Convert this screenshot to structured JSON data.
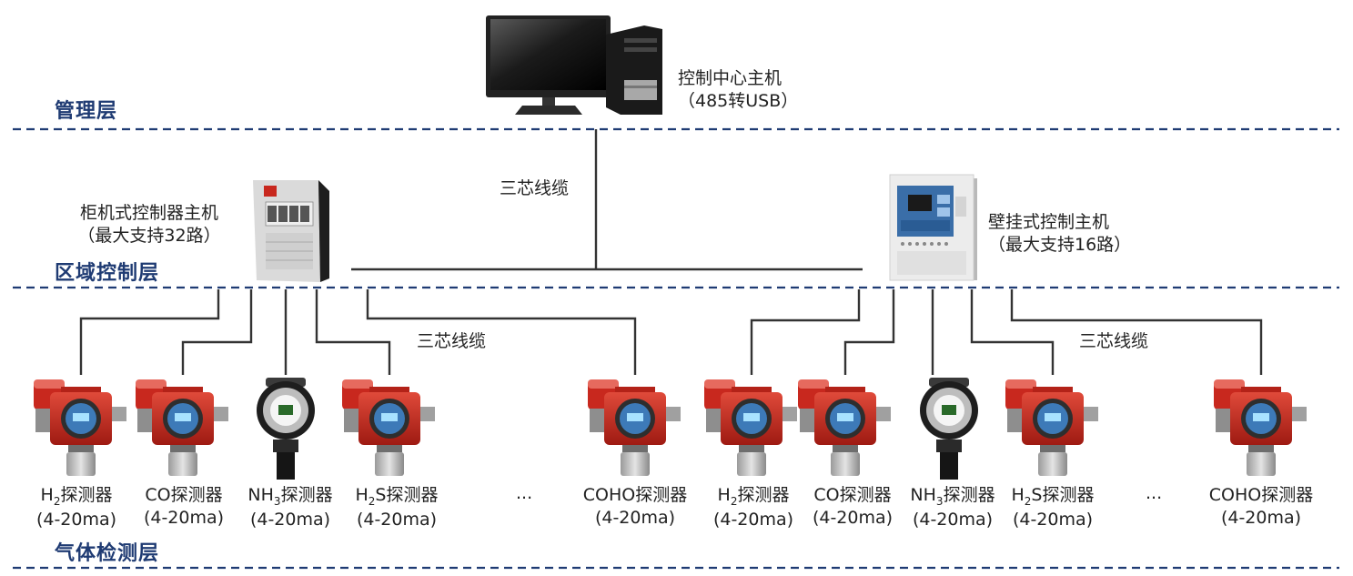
{
  "layers": {
    "management": "管理层",
    "regional": "区域控制层",
    "detection": "气体检测层"
  },
  "pc": {
    "name": "控制中心主机",
    "note": "（485转USB）"
  },
  "cabinet": {
    "name": "柜机式控制器主机",
    "note": "（最大支持32路）"
  },
  "wall": {
    "name": "壁挂式控制主机",
    "note": "（最大支持16路）"
  },
  "cable_label": "三芯线缆",
  "ellipsis": "...",
  "detectors": {
    "suffix": "探测器",
    "signal": "(4-20ma)",
    "h2": {
      "base": "H",
      "sub": "2",
      "tail": ""
    },
    "co": {
      "base": "CO",
      "sub": "",
      "tail": ""
    },
    "nh3": {
      "base": "NH",
      "sub": "3",
      "tail": ""
    },
    "h2s": {
      "base": "H",
      "sub": "2",
      "tail": "S"
    },
    "coho": {
      "base": "COHO",
      "sub": "",
      "tail": ""
    }
  },
  "colors": {
    "layer_text": "#1f3b73",
    "dash": "#1f3b73",
    "wire": "#333333",
    "detector_red": "#c8281e"
  }
}
